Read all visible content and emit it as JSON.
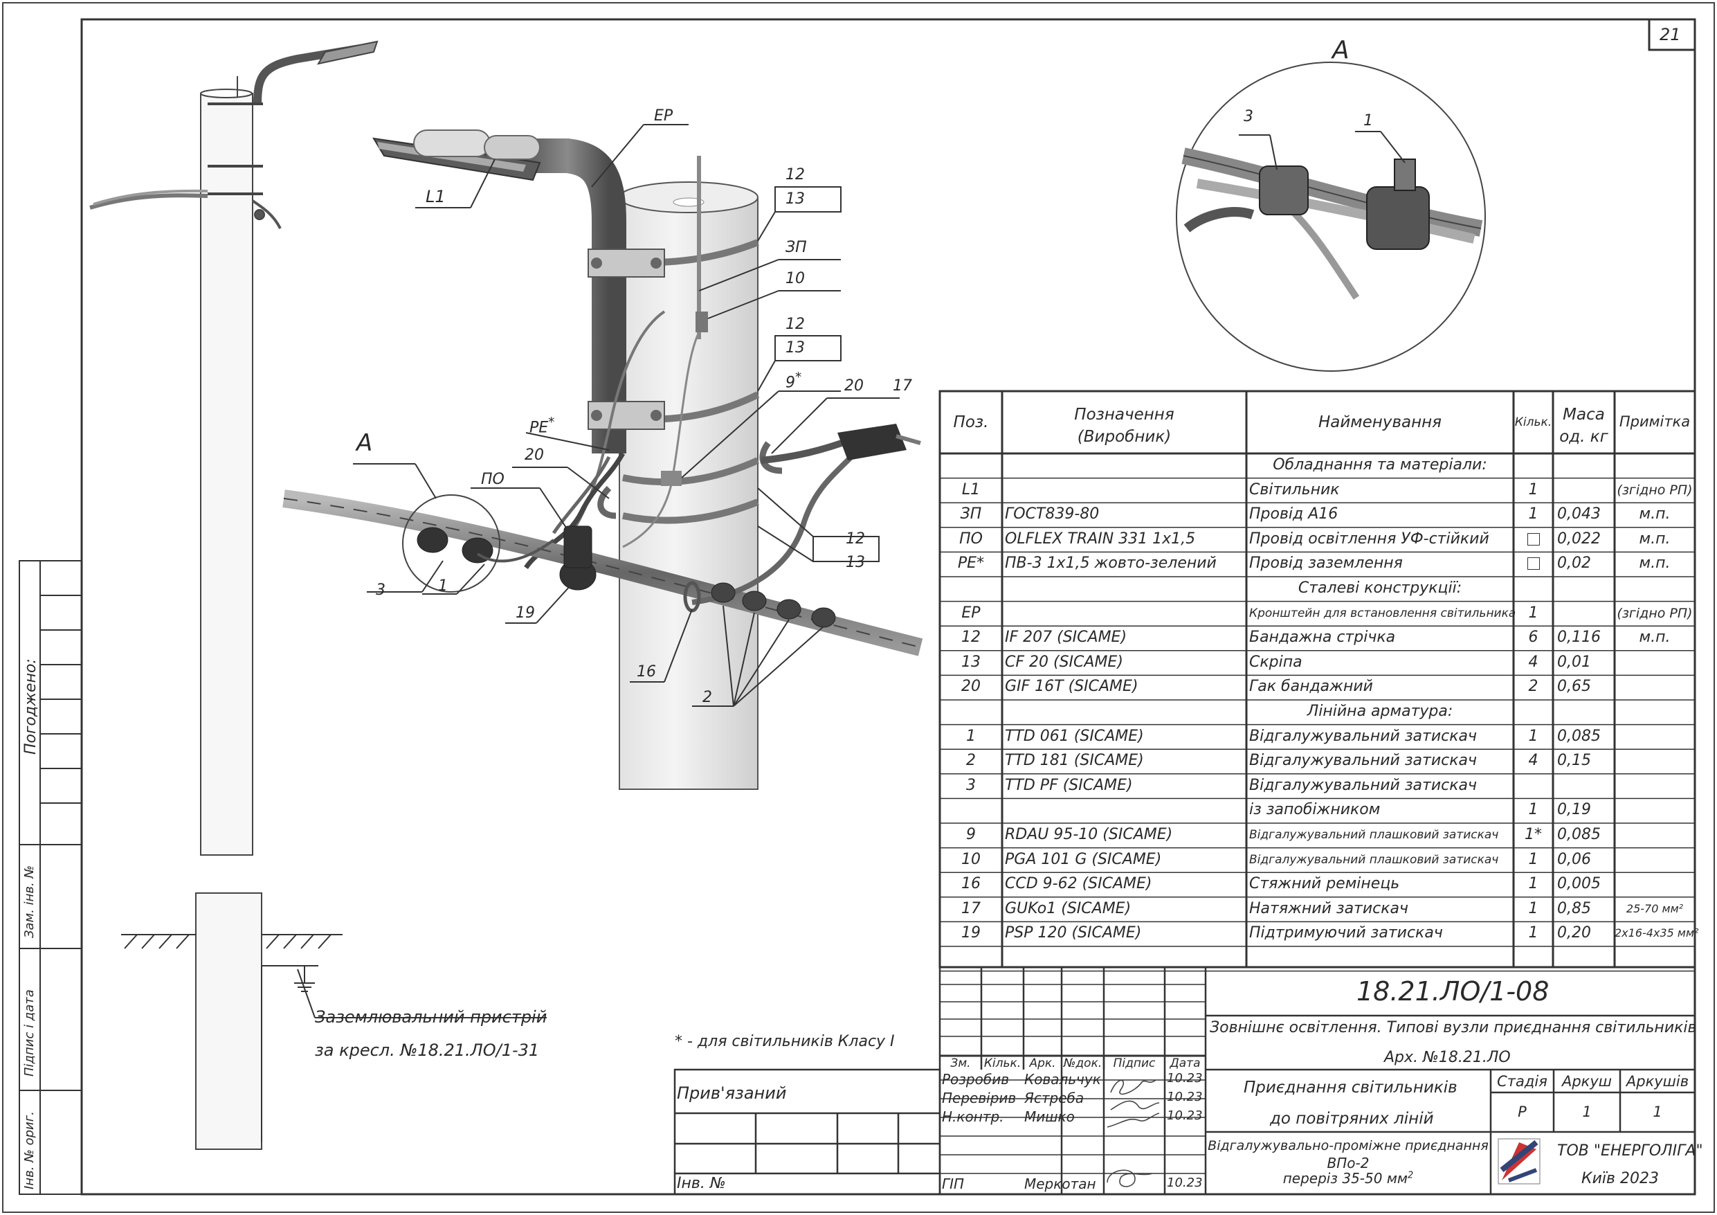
{
  "sheet_number": "21",
  "view_label": "А",
  "main_view": {
    "callouts": {
      "ep": "ЕР",
      "l1": "L1",
      "n12a": "12",
      "n13a": "13",
      "zp": "ЗП",
      "n10": "10",
      "n12b": "12",
      "n13b": "13",
      "n9": "9",
      "n9_sup": "*",
      "n20a": "20",
      "n17": "17",
      "pe": "РЕ",
      "pe_sup": "*",
      "po": "ПО",
      "n20b": "20",
      "a": "А",
      "n3": "3",
      "n1": "1",
      "n19": "19",
      "n16": "16",
      "n2": "2",
      "n12c": "12",
      "n13c": "13"
    },
    "detail_callouts": {
      "n3": "3",
      "n1": "1"
    }
  },
  "grounding": {
    "line1": "Заземлювальний пристрій",
    "line2": "за кресл. №18.21.ЛО/1-31"
  },
  "footnote": "* - для світильників Класу I",
  "left_strip": {
    "agreed": "Погоджено:",
    "replace_inv": "Зам. інв. №",
    "sign_date": "Підпис і дата",
    "inv_orig": "Інв. № ориг."
  },
  "spec_table": {
    "headers": {
      "pos": "Поз.",
      "designation": "Позначення\n(Виробник)",
      "name": "Найменування",
      "qty": "Кільк.",
      "mass": "Маса\nод. кг",
      "note": "Примітка"
    },
    "rows": [
      {
        "type": "section",
        "name": "Обладнання та матеріали:"
      },
      {
        "pos": "L1",
        "des": "",
        "name": "Світильник",
        "qty": "1",
        "mass": "",
        "note": "(згідно РП)"
      },
      {
        "pos": "ЗП",
        "des": "ГОСТ839-80",
        "name": "Провід А16",
        "qty": "1",
        "mass": "0,043",
        "note": "м.п."
      },
      {
        "pos": "ПО",
        "des": "OLFLEX TRAIN 331 1х1,5",
        "name": "Провід освітлення УФ-стійкий",
        "qty": "□",
        "mass": "0,022",
        "note": "м.п."
      },
      {
        "pos": "РЕ*",
        "des": "ПВ-3 1х1,5 жовто-зелений",
        "name": "Провід заземлення",
        "qty": "□",
        "mass": "0,02",
        "note": "м.п."
      },
      {
        "type": "section",
        "name": "Сталеві конструкції:"
      },
      {
        "pos": "ЕР",
        "des": "",
        "name": "Кронштейн для встановлення світильника",
        "qty": "1",
        "mass": "",
        "note": "(згідно РП)",
        "small": true
      },
      {
        "pos": "12",
        "des": "IF 207  (SICAME)",
        "name": "Бандажна стрічка",
        "qty": "6",
        "mass": "0,116",
        "note": "м.п."
      },
      {
        "pos": "13",
        "des": "CF 20  (SICAME)",
        "name": "Скріпа",
        "qty": "4",
        "mass": "0,01",
        "note": ""
      },
      {
        "pos": "20",
        "des": "GIF 16T  (SICAME)",
        "name": "Гак бандажний",
        "qty": "2",
        "mass": "0,65",
        "note": ""
      },
      {
        "type": "section",
        "name": "Лінійна арматура:"
      },
      {
        "pos": "1",
        "des": "TTD 061  (SICAME)",
        "name": "Відгалужувальний затискач",
        "qty": "1",
        "mass": "0,085",
        "note": ""
      },
      {
        "pos": "2",
        "des": "TTD 181  (SICAME)",
        "name": "Відгалужувальний затискач",
        "qty": "4",
        "mass": "0,15",
        "note": ""
      },
      {
        "pos": "3",
        "des": "TTD PF  (SICAME)",
        "name": "Відгалужувальний затискач",
        "qty": "",
        "mass": "",
        "note": ""
      },
      {
        "pos": "",
        "des": "",
        "name": "із запобіжником",
        "qty": "1",
        "mass": "0,19",
        "note": ""
      },
      {
        "pos": "9",
        "des": "RDAU 95-10  (SICAME)",
        "name": "Відгалужувальний плашковий затискач",
        "qty": "1*",
        "mass": "0,085",
        "note": "",
        "small": true
      },
      {
        "pos": "10",
        "des": "PGA 101 G  (SICAME)",
        "name": "Відгалужувальний плашковий затискач",
        "qty": "1",
        "mass": "0,06",
        "note": "",
        "small": true
      },
      {
        "pos": "16",
        "des": "CCD 9-62  (SICAME)",
        "name": "Стяжний ремінець",
        "qty": "1",
        "mass": "0,005",
        "note": ""
      },
      {
        "pos": "17",
        "des": "GUKo1  (SICAME)",
        "name": "Натяжний затискач",
        "qty": "1",
        "mass": "0,85",
        "note": "25-70 мм²",
        "notesmall": true
      },
      {
        "pos": "19",
        "des": "PSP 120  (SICAME)",
        "name": "Підтримуючий затискач",
        "qty": "1",
        "mass": "0,20",
        "note": "2х16-4х35 мм²",
        "notesmall": true
      },
      {
        "type": "blank"
      }
    ]
  },
  "title_block": {
    "doc_code": "18.21.ЛО/1-08",
    "title_line1": "Зовнішнє освітлення. Типові вузли приєднання світильників",
    "title_line2": "Арх. №18.21.ЛО",
    "col_headers": [
      "Зм.",
      "Кільк.",
      "Арк.",
      "№док.",
      "Підпис",
      "Дата"
    ],
    "people": [
      {
        "role": "Розробив",
        "name": "Ковальчук",
        "date": "10.23"
      },
      {
        "role": "Перевірив",
        "name": "Ястреба",
        "date": "10.23"
      },
      {
        "role": "Н.контр.",
        "name": "Мишко",
        "date": "10.23"
      },
      {
        "role": "ГІП",
        "name": "Меркотан",
        "date": "10.23"
      }
    ],
    "sheet_title_1": "Приєднання світильників",
    "sheet_title_2": "до повітряних ліній",
    "stage_label": "Стадія",
    "sheet_label": "Аркуш",
    "sheets_label": "Аркушів",
    "stage": "Р",
    "sheet": "1",
    "sheets": "1",
    "variant_1": "Відгалужувально-проміжне приєднання",
    "variant_2": "ВПо-2",
    "variant_3": "переріз 35-50 мм",
    "variant_3_sup": "2",
    "company": "ТОВ \"ЕНЕРГОЛІГА\"",
    "city_year": "Київ 2023"
  },
  "bottom_left": {
    "bound": "Прив'язаний",
    "inv": "Інв. №"
  }
}
